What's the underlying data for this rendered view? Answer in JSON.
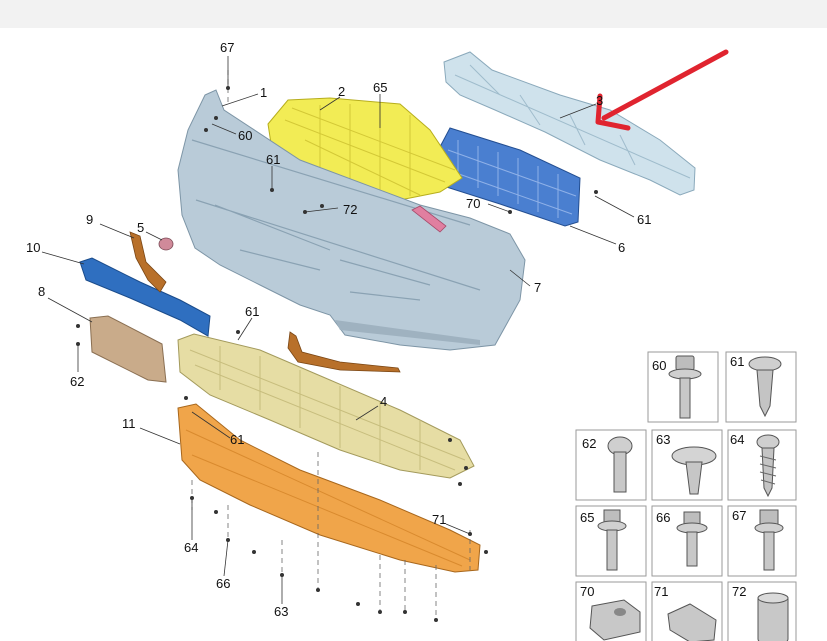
{
  "callouts": {
    "c67": "67",
    "c1": "1",
    "c2": "2",
    "c65": "65",
    "c3": "3",
    "c60": "60",
    "c61a": "61",
    "c72": "72",
    "c70": "70",
    "c61b": "61",
    "c6": "6",
    "c9": "9",
    "c5": "5",
    "c10": "10",
    "c7": "7",
    "c8": "8",
    "c61c": "61",
    "c62": "62",
    "c4": "4",
    "c11": "11",
    "c61d": "61",
    "c71": "71",
    "c64": "64",
    "c66": "66",
    "c63": "63"
  },
  "fastener_legend": [
    "60",
    "61",
    "62",
    "63",
    "64",
    "65",
    "66",
    "67",
    "70",
    "71",
    "72"
  ],
  "colors": {
    "bumper_cover": "#b9cbd8",
    "upper_absorber": "#f2ec55",
    "impact_beam": "#cde0ea",
    "grille": "#3f73c9",
    "chrome_strip": "#2f6fc0",
    "copper_trim": "#b8702a",
    "lower_shield": "#e6dda4",
    "lower_spoiler": "#f0a54a",
    "plate_bracket": "#c0a080",
    "arrow": "#e0242f"
  }
}
